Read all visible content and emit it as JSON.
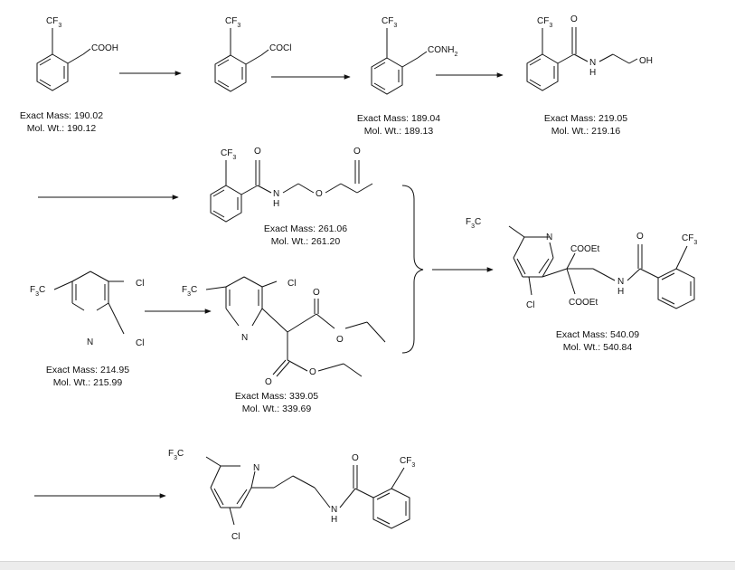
{
  "compounds": {
    "c1": {
      "groups": {
        "cf3": "CF3",
        "cooh": "COOH"
      },
      "mass_label": "Exact Mass: 190.02",
      "mw_label": "Mol. Wt.: 190.12"
    },
    "c2": {
      "groups": {
        "cf3": "CF3",
        "cocl": "COCl"
      }
    },
    "c3": {
      "groups": {
        "cf3": "CF3",
        "conh2": "CONH2"
      },
      "mass_label": "Exact Mass: 189.04",
      "mw_label": "Mol. Wt.: 189.13"
    },
    "c4": {
      "groups": {
        "cf3": "CF3",
        "o": "O",
        "nh": "N",
        "h": "H",
        "oh": "OH"
      },
      "mass_label": "Exact Mass: 219.05",
      "mw_label": "Mol. Wt.: 219.16"
    },
    "c5": {
      "groups": {
        "cf3": "CF3",
        "o1": "O",
        "nh": "N",
        "h": "H",
        "o2": "O",
        "o3": "O"
      },
      "mass_label": "Exact Mass: 261.06",
      "mw_label": "Mol. Wt.: 261.20"
    },
    "c6": {
      "groups": {
        "f3c": "F3C",
        "cl1": "Cl",
        "cl2": "Cl",
        "n": "N"
      },
      "mass_label": "Exact Mass: 214.95",
      "mw_label": "Mol. Wt.: 215.99"
    },
    "c7": {
      "groups": {
        "f3c": "F3C",
        "cl": "Cl",
        "n": "N",
        "o1": "O",
        "o2": "O",
        "o3": "O",
        "o4": "O"
      },
      "mass_label": "Exact Mass: 339.05",
      "mw_label": "Mol. Wt.: 339.69"
    },
    "c8": {
      "groups": {
        "f3c": "F3C",
        "n": "N",
        "cl": "Cl",
        "cooet1": "COOEt",
        "cooet2": "COOEt",
        "o": "O",
        "nh": "N",
        "h": "H",
        "cf3": "CF3"
      },
      "mass_label": "Exact Mass: 540.09",
      "mw_label": "Mol. Wt.: 540.84"
    },
    "c9": {
      "groups": {
        "f3c": "F3C",
        "n": "N",
        "cl": "Cl",
        "o": "O",
        "nh": "N",
        "h": "H",
        "cf3": "CF3"
      }
    }
  }
}
